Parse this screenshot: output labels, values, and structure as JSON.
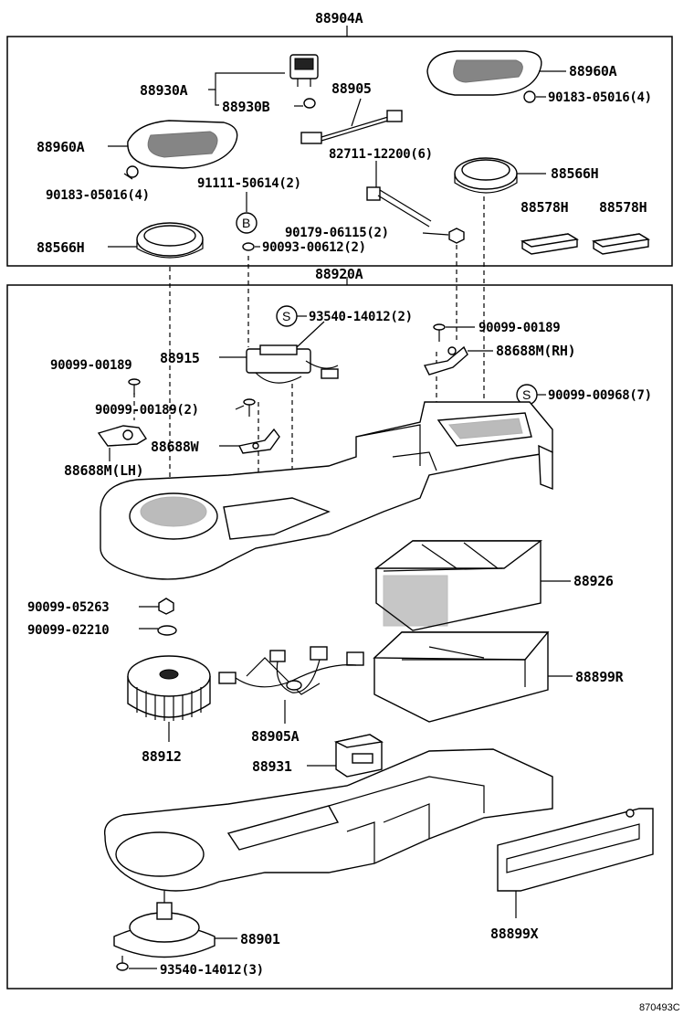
{
  "labels": {
    "kit_upper": "88904A",
    "kit_lower": "88920A",
    "p88930A": "88930A",
    "p88930B": "88930B",
    "p88905": "88905",
    "p88960A_r": "88960A",
    "p90183_r": "90183-05016(4)",
    "p88960A_l": "88960A",
    "p90183_l": "90183-05016(4)",
    "p82711": "82711-12200(6)",
    "p88566H_r": "88566H",
    "p91111": "91111-50614(2)",
    "p88578H_a": "88578H",
    "p88578H_b": "88578H",
    "p90179": "90179-06115(2)",
    "p88566H_l": "88566H",
    "p90093": "90093-00612(2)",
    "p93540_top": "93540-14012(2)",
    "p90099_189_r": "90099-00189",
    "p88915": "88915",
    "p88688M_RH": "88688M(RH)",
    "p90099_189_l": "90099-00189",
    "p90099_968": "90099-00968(7)",
    "p90099_189_2": "90099-00189(2)",
    "p88688W": "88688W",
    "p88688M_LH": "88688M(LH)",
    "p88926": "88926",
    "p90099_05263": "90099-05263",
    "p90099_02210": "90099-02210",
    "p88899R": "88899R",
    "p88905A": "88905A",
    "p88912": "88912",
    "p88931": "88931",
    "p88901": "88901",
    "p88899X": "88899X",
    "p93540_bot": "93540-14012(3)",
    "sym_B": "B",
    "sym_S1": "S",
    "sym_S2": "S",
    "footer_code": "870493C"
  }
}
